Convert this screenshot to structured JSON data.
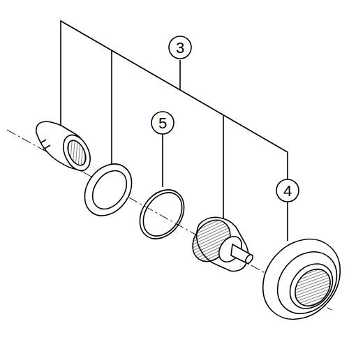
{
  "diagram": {
    "labels": [
      "3",
      "5",
      "4"
    ]
  }
}
